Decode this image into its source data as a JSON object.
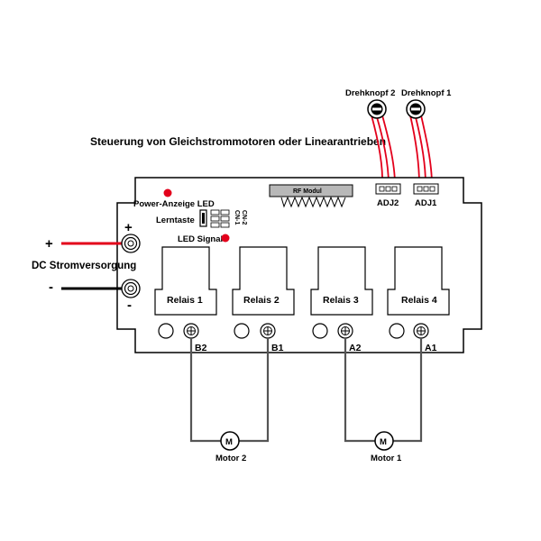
{
  "title": "Steuerung von Gleichstrommotoren oder Linearantrieben",
  "knobs": [
    {
      "label": "Drehknopf 2"
    },
    {
      "label": "Drehknopf 1"
    }
  ],
  "adj": [
    {
      "label": "ADJ2"
    },
    {
      "label": "ADJ1"
    }
  ],
  "rf_module": "RF Modul",
  "power_indicator": "Power-Anzeige LED",
  "learn_button": "Lerntaste",
  "ch_labels": [
    "CN-1",
    "CN-2"
  ],
  "led_signal": "LED Signal",
  "relays": [
    {
      "label": "Relais 1",
      "terminal": "B2"
    },
    {
      "label": "Relais 2",
      "terminal": "B1"
    },
    {
      "label": "Relais 3",
      "terminal": "A2"
    },
    {
      "label": "Relais 4",
      "terminal": "A1"
    }
  ],
  "power": {
    "label": "DC Stromversorgung",
    "plus": "+",
    "minus": "-",
    "plus_board": "+",
    "minus_board": "-"
  },
  "motors": [
    {
      "symbol": "M",
      "label": "Motor 2"
    },
    {
      "symbol": "M",
      "label": "Motor 1"
    }
  ],
  "colors": {
    "red_wire": "#e3001b",
    "black_wire": "#000000",
    "led_red": "#e3001b",
    "motor_wire": "#555555",
    "rf_module_fill": "#b8b8b8"
  }
}
